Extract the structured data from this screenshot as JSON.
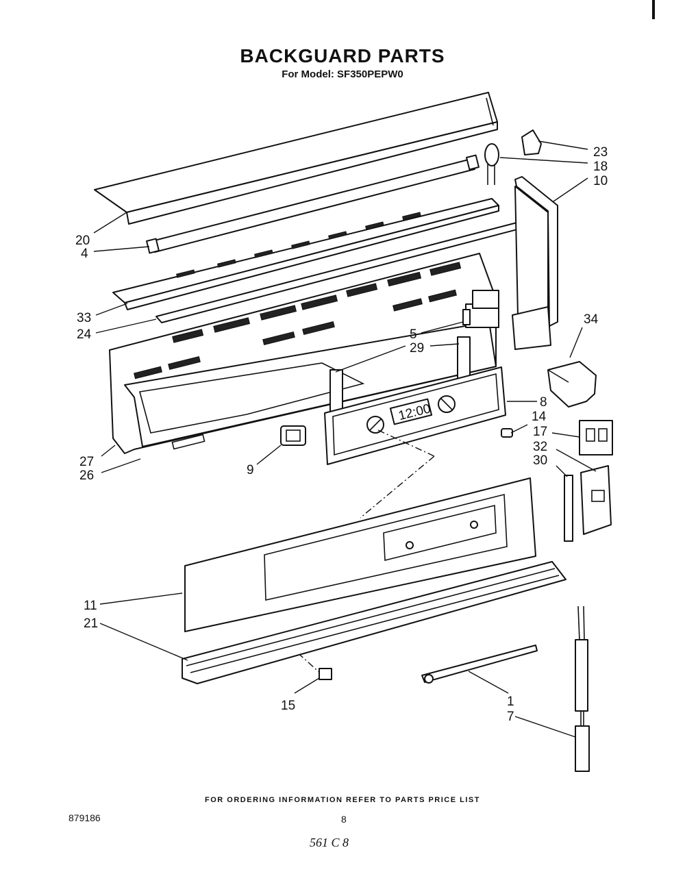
{
  "header": {
    "title": "BACKGUARD PARTS",
    "subtitle": "For Model: SF350PEPW0"
  },
  "callouts": {
    "c1": "1",
    "c4": "4",
    "c5": "5",
    "c7": "7",
    "c8": "8",
    "c9": "9",
    "c10": "10",
    "c11": "11",
    "c14": "14",
    "c15": "15",
    "c17": "17",
    "c18": "18",
    "c20": "20",
    "c21": "21",
    "c23": "23",
    "c24": "24",
    "c26": "26",
    "c27": "27",
    "c29": "29",
    "c30": "30",
    "c32": "32",
    "c33": "33",
    "c34": "34"
  },
  "clock_display": "12:00",
  "footer": {
    "ordering_note": "FOR ORDERING INFORMATION REFER TO PARTS PRICE LIST",
    "doc_number": "879186",
    "page_number": "8",
    "handwritten_note": "561 C 8"
  }
}
